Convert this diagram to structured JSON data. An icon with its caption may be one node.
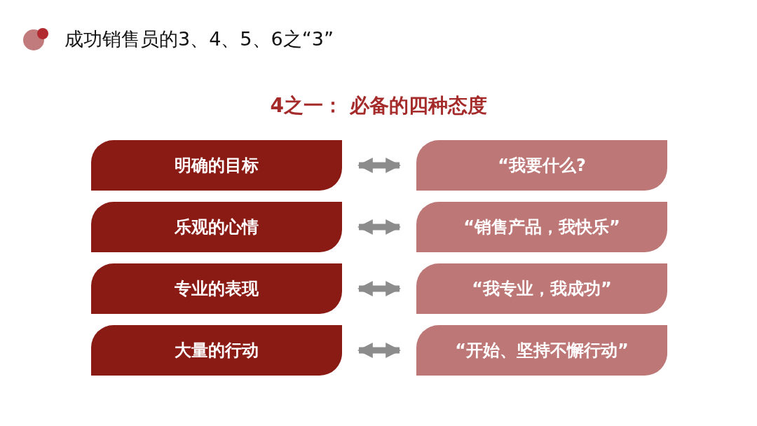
{
  "diagram": {
    "title": "成功销售员的3、4、5、6之“3”",
    "nodes": [
      {
        "text": [
          "明确的目标"
        ]
      },
      {
        "text": [
          "“我要什么?"
        ]
      },
      {
        "text": [
          "乐观的心情"
        ]
      },
      {
        "text": [
          "“销售产品，我快乐”"
        ]
      },
      {
        "text": [
          "专业的表现"
        ]
      },
      {
        "text": [
          "“我专业，我成功”"
        ]
      },
      {
        "text": [
          "大量的行动"
        ]
      },
      {
        "text": [
          "“开始、坚持不懈行动”"
        ]
      }
    ],
    "edges": [
      {
        "from": 0,
        "to": 1,
        "arrow": "both"
      },
      {
        "from": 2,
        "to": 3,
        "arrow": "both"
      },
      {
        "from": 4,
        "to": 5,
        "arrow": "both"
      },
      {
        "from": 6,
        "to": 7,
        "arrow": "both"
      }
    ],
    "labels": [
      "4之一： 必备的四种态度"
    ]
  }
}
